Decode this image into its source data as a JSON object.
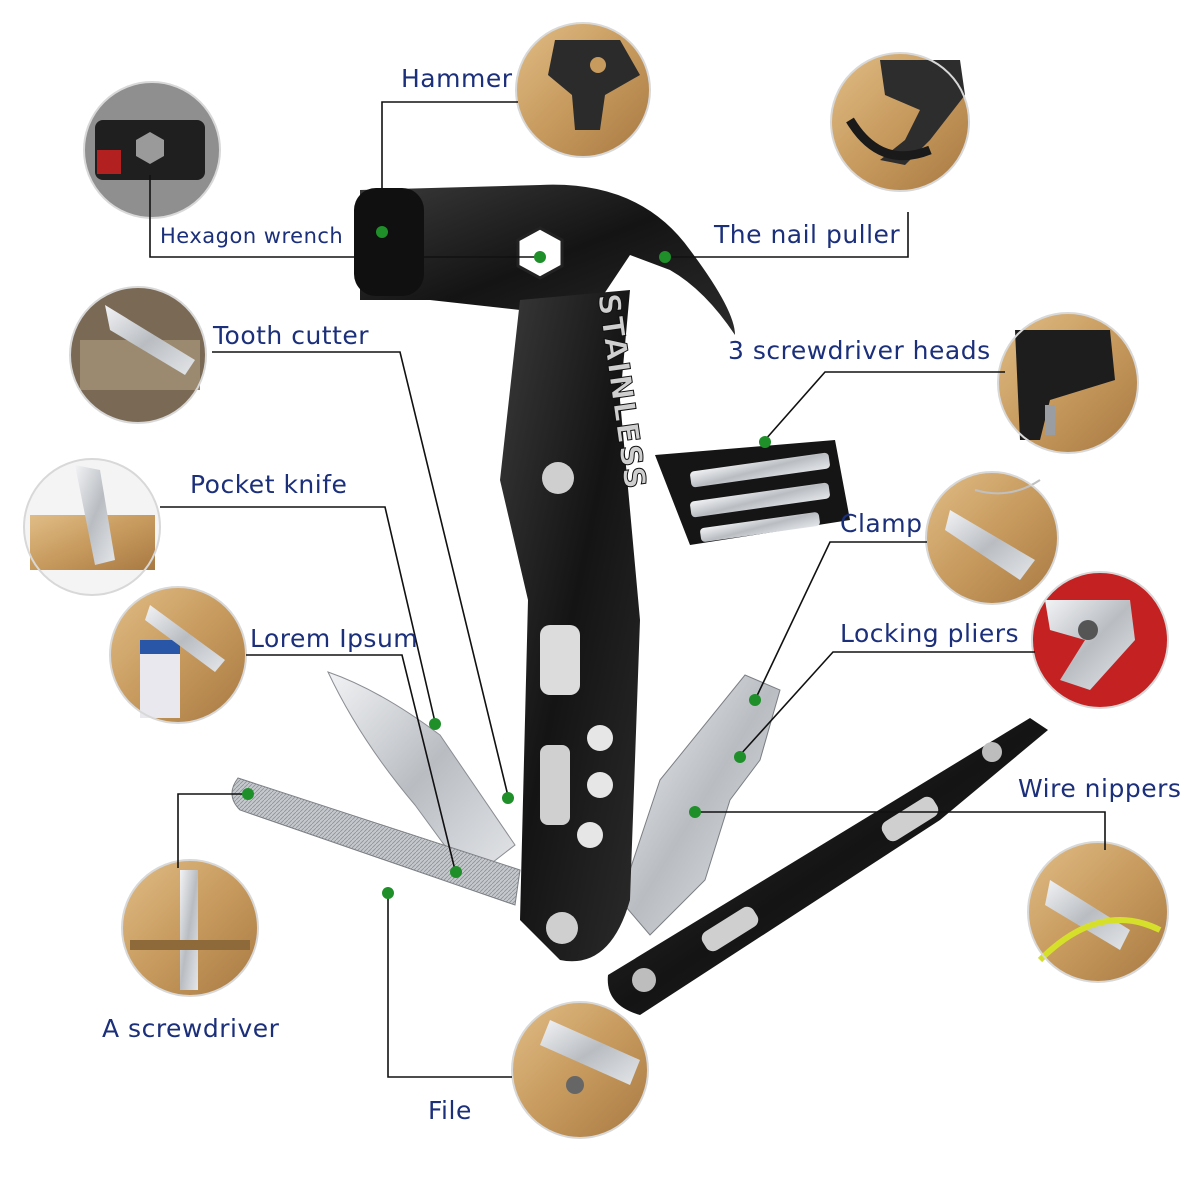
{
  "engraving": "STAINLESS",
  "callouts": {
    "hammer": "Hammer",
    "hexagon_wrench": "Hexagon wrench",
    "nail_puller": "The nail puller",
    "tooth_cutter": "Tooth cutter",
    "screwdriver_heads": "3 screwdriver heads",
    "pocket_knife": "Pocket knife",
    "clamp": "Clamp",
    "lorem_ipsum": "Lorem Ipsum",
    "locking_pliers": "Locking pliers",
    "wire_nippers": "Wire nippers",
    "screwdriver": "A screwdriver",
    "file": "File"
  },
  "colors": {
    "label_text": "#1b2f7a",
    "leader_line": "#111111",
    "anchor_dot": "#1f8f2a",
    "tool_body": "#1a1a1a",
    "steel": "#c9ccd0",
    "wood": "#c9a06a"
  }
}
